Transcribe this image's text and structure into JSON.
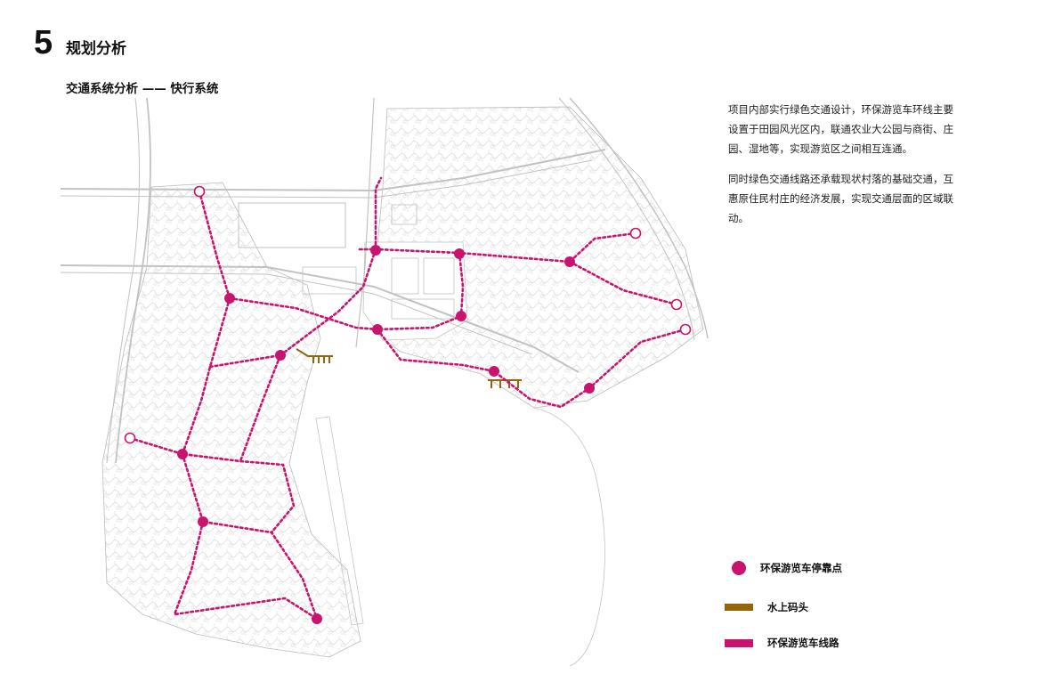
{
  "header": {
    "number": "5",
    "title": "规划分析"
  },
  "subtitle": "交通系统分析 —— 快行系统",
  "description": [
    "项目内部实行绿色交通设计，环保游览车环线主要设置于田园风光区内，联通农业大公园与商街、庄园、湿地等，实现游览区之间相互连通。",
    "同时绿色交通线路还承载现状村落的基础交通，互惠原住民村庄的经济发展，实现交通层面的区域联动。"
  ],
  "legend": {
    "stop": "环保游览车停靠点",
    "dock": "水上码头",
    "route": "环保游览车线路"
  },
  "colors": {
    "route": "#c8146e",
    "dock": "#94650a",
    "basemap": "#bdbdbd"
  }
}
